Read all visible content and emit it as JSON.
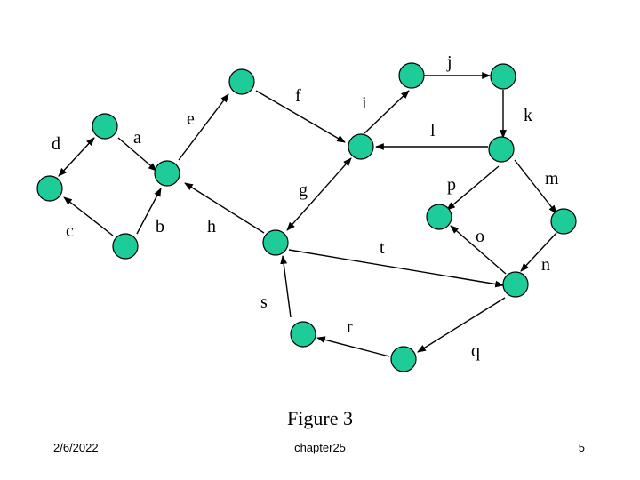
{
  "figure_caption": "Figure 3",
  "footer": {
    "date": "2/6/2022",
    "center": "chapter25",
    "page": "5"
  },
  "colors": {
    "node_fill": "#1dcc99",
    "edge": "#000000"
  },
  "edge_labels": {
    "a": "a",
    "b": "b",
    "c": "c",
    "d": "d",
    "e": "e",
    "f": "f",
    "g": "g",
    "h": "h",
    "i": "i",
    "j": "j",
    "k": "k",
    "l": "l",
    "m": "m",
    "n": "n",
    "o": "o",
    "p": "p",
    "q": "q",
    "r": "r",
    "s": "s",
    "t": "t"
  }
}
